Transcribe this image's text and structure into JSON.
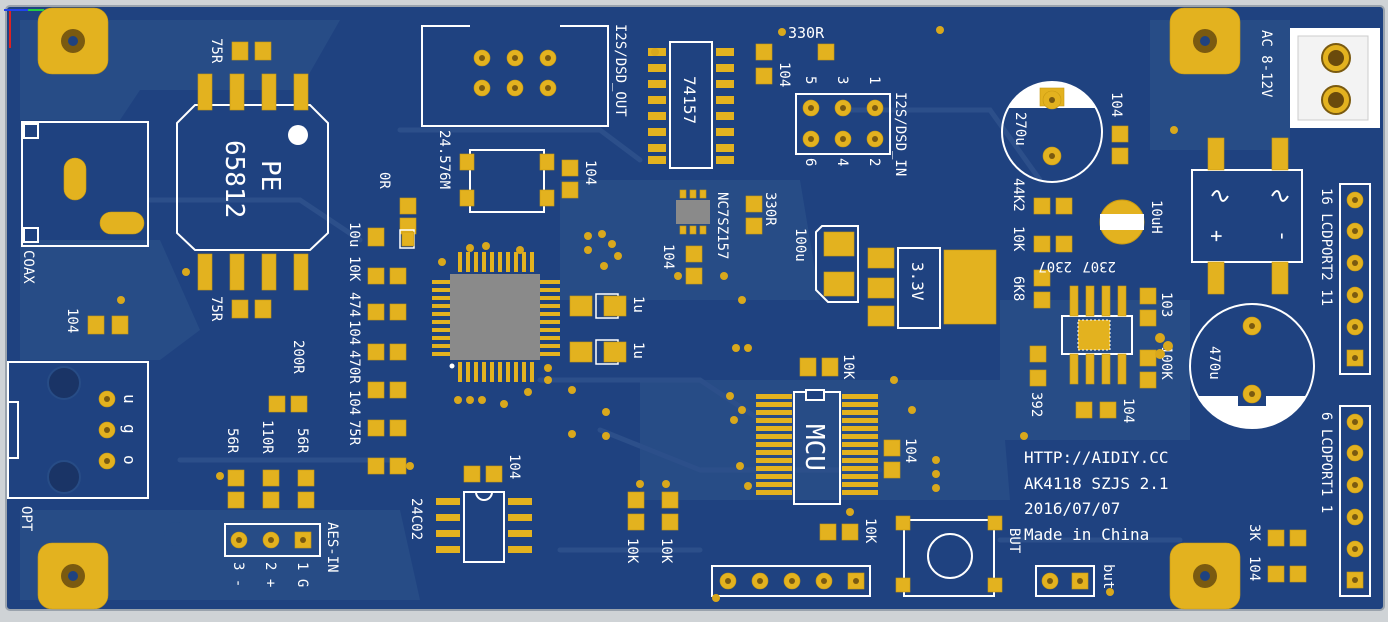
{
  "board": {
    "colors": {
      "soldermask": "#1f4280",
      "copper_pour": "#274c86",
      "pad": "#e3b21f",
      "silkscreen": "#ffffff",
      "ic_body": "#8a8a8a",
      "background": "#cfd3d6"
    },
    "silk_labels": {
      "r75_top": "75R",
      "r75_bottom": "75R",
      "pe_line1": "PE",
      "pe_line2": "65812",
      "coax": "COAX",
      "opt": "OPT",
      "c104_left": "104",
      "r200": "200R",
      "r56_left": "56R",
      "r110": "110R",
      "r56_right": "56R",
      "aes_in": "AES-IN",
      "aes_pin1": "1 G",
      "aes_pin2": "2 +",
      "aes_pin3": "3 -",
      "r0": "0R",
      "c10u": "10u",
      "r10k": "10K",
      "c474": "474",
      "c104_mid": "104",
      "r470": "470R",
      "c104_mid2": "104",
      "r75_mid": "75R",
      "osc": "24.576M",
      "c104_osc": "104",
      "c1u_a": "1u",
      "c1u_b": "1u",
      "i2s_out": "I2S/DSD_OUT",
      "ic_74157": "74157",
      "r330_top": "330R",
      "c104_top": "104",
      "pin5": "5",
      "pin3": "3",
      "pin1": "1",
      "pin6": "6",
      "pin4": "4",
      "pin2": "2",
      "i2s_in": "I2S/DSD_IN",
      "nc7": "NC7SZ157",
      "r330_mid": "330R",
      "c104_nc": "104",
      "c100u": "100u",
      "reg": "3.3V",
      "c270u": "270u",
      "c104_270": "104",
      "r44k2": "44K2",
      "r10k_b": "10K",
      "r6k8": "6K8",
      "l10uh": "10uH",
      "ic_2307a": "2307",
      "ic_2307b": "2307",
      "c103": "103",
      "r100k": "100K",
      "r392": "392",
      "c104_lr": "104",
      "c470u": "470u",
      "plus": "+",
      "minus": "-",
      "ac": "AC 8-12V",
      "lcd2": "16 LCDPORT2 11",
      "lcd1": "6 LCDPORT1 1",
      "r10k_mcu": "10K",
      "mcu": "MCU",
      "c104_mcu": "104",
      "url": "HTTP://AIDIY.CC",
      "model": "AK4118 SZJS 2.1",
      "date": "2016/07/07",
      "made": "Made in China",
      "r3k": "3K",
      "c104_br": "104",
      "but": "BUT",
      "but_small": "but",
      "r10k_btn": "10K",
      "c104_eep": "104",
      "eeprom": "24C02",
      "r10k_a": "10K",
      "r10k_c": "10K",
      "pin_u": "u",
      "pin_g": "g",
      "pin_o": "o"
    }
  }
}
